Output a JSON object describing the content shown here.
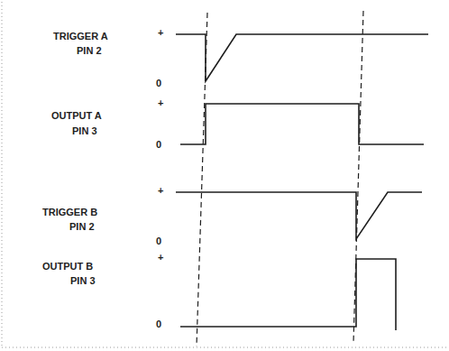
{
  "diagram": {
    "labels": [
      "TRIGGER A",
      "+",
      "PIN 2",
      "0",
      "OUTPUT A",
      "+",
      "PIN 3",
      "0",
      "+",
      "TRIGGER B",
      "PIN 2",
      "0",
      "OUTPUT B",
      "+",
      "PIN 3",
      "0"
    ]
  }
}
